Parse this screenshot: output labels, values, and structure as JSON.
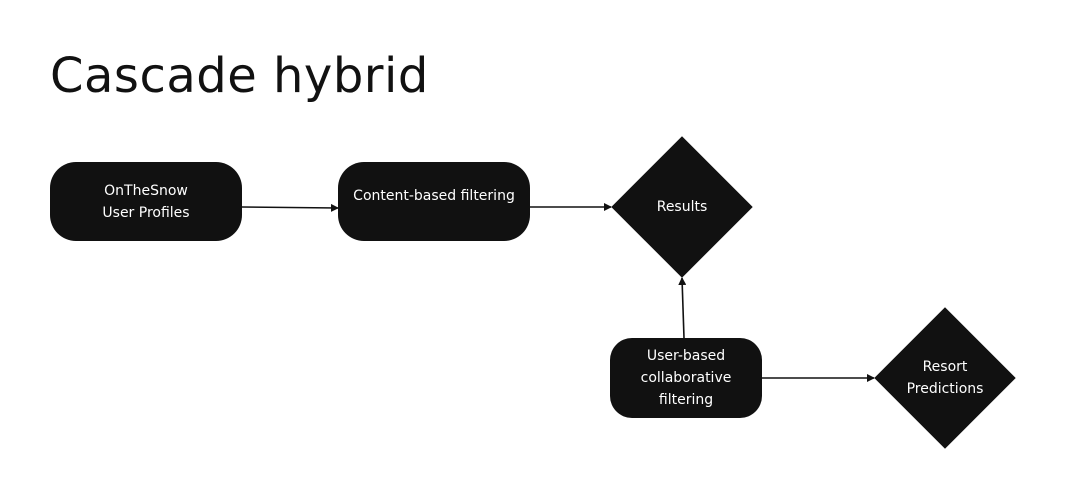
{
  "slide": {
    "title": "Cascade hybrid"
  },
  "nodes": {
    "profiles": {
      "line1": "OnTheSnow",
      "line2": "User Profiles"
    },
    "content": {
      "label": "Content-based filtering"
    },
    "results": {
      "label": "Results"
    },
    "collab": {
      "line1": "User-based",
      "line2": "collaborative",
      "line3": "filtering"
    },
    "predictions": {
      "line1": "Resort",
      "line2": "Predictions"
    }
  },
  "edges": [
    {
      "from": "profiles",
      "to": "content"
    },
    {
      "from": "content",
      "to": "results"
    },
    {
      "from": "collab",
      "to": "results"
    },
    {
      "from": "collab",
      "to": "predictions"
    }
  ],
  "colors": {
    "node_fill": "#111111",
    "node_text": "#ffffff",
    "edge": "#111111",
    "background": "#ffffff"
  }
}
